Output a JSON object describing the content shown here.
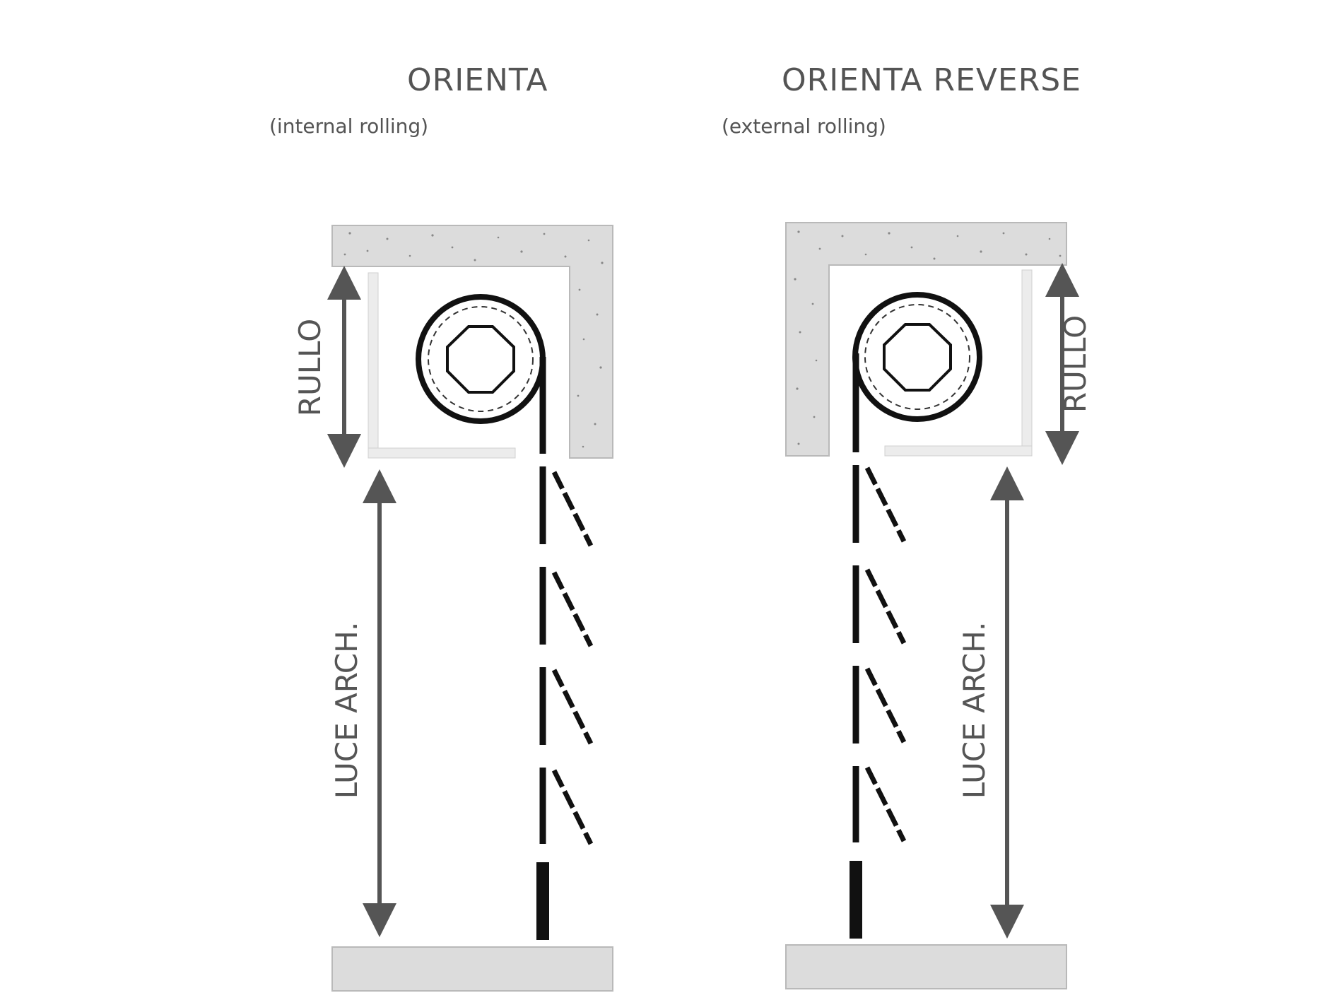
{
  "panels": [
    {
      "title": "ORIENTA",
      "subtitle": "(internal rolling)",
      "roll_label": "RULLO",
      "opening_label": "LUCE ARCH."
    },
    {
      "title": "ORIENTA REVERSE",
      "subtitle": "(external rolling)",
      "roll_label": "RULLO",
      "opening_label": "LUCE ARCH."
    }
  ],
  "colors": {
    "concrete": "#dcdcdc",
    "slat": "#111111",
    "arrow": "#555555",
    "text": "#545454"
  }
}
